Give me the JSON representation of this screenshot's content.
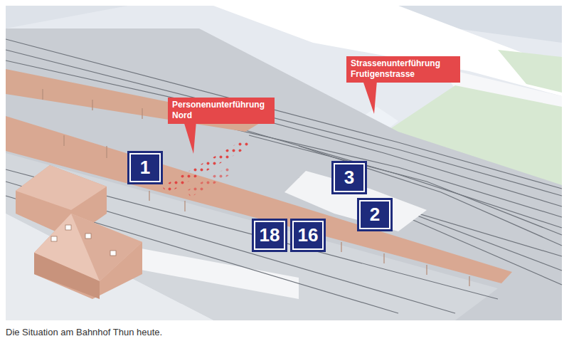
{
  "diagram": {
    "caption": "Die Situation am Bahnhof Thun heute.",
    "nodes": [
      {
        "text": [
          "Strassenunterführung Frutigenstrasse"
        ]
      },
      {
        "text": [
          "Personenunterführung Nord"
        ]
      },
      {
        "text": [
          "1"
        ]
      },
      {
        "text": [
          "3"
        ]
      },
      {
        "text": [
          "2"
        ]
      },
      {
        "text": [
          "18"
        ]
      },
      {
        "text": [
          "16"
        ]
      }
    ]
  }
}
